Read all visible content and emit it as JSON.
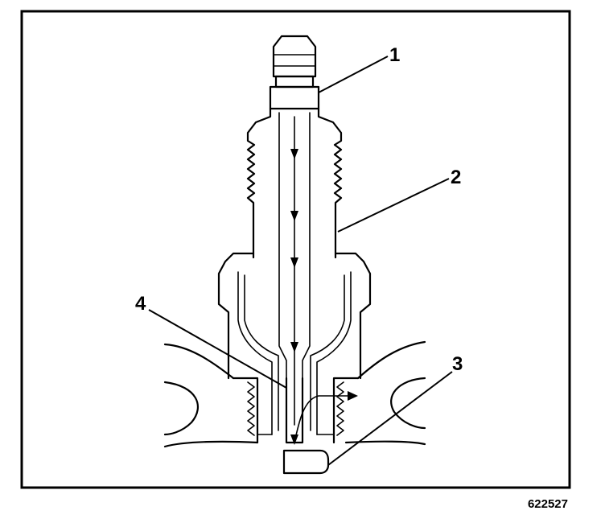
{
  "callouts": [
    {
      "number": "1",
      "target": "terminal"
    },
    {
      "number": "2",
      "target": "insulator"
    },
    {
      "number": "3",
      "target": "ground-electrode"
    },
    {
      "number": "4",
      "target": "center-electrode"
    }
  ],
  "figure_code": "622527",
  "colors": {
    "line": "#000000",
    "background": "#ffffff"
  }
}
